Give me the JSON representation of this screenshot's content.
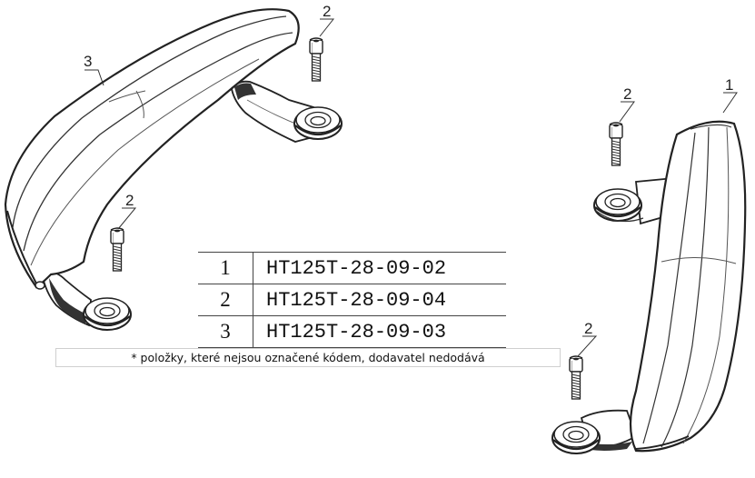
{
  "callouts": {
    "left_guard": "3",
    "left_upper_screw": "2",
    "left_lower_screw": "2",
    "right_guard": "1",
    "right_upper_screw": "2",
    "right_lower_screw": "2"
  },
  "parts_table": {
    "rows": [
      {
        "number": "1",
        "code": "HT125T-28-09-02"
      },
      {
        "number": "2",
        "code": "HT125T-28-09-04"
      },
      {
        "number": "3",
        "code": "HT125T-28-09-03"
      }
    ]
  },
  "note": "* položky, které nejsou označené kódem, dodavatel nedodává"
}
